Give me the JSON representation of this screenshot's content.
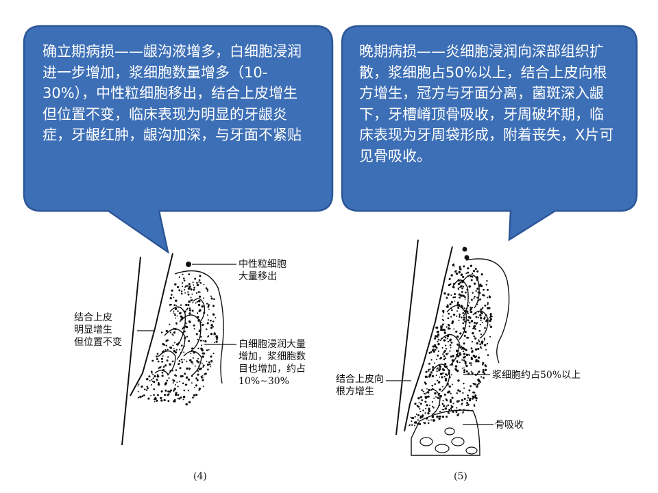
{
  "bubbles": {
    "left": {
      "text": "确立期病损——龈沟液增多，白细胞浸润进一步增加，浆细胞数量增多（10-30%），中性粒细胞移出，结合上皮增生但位置不变，临床表现为明显的牙龈炎症，牙龈红肿，龈沟加深，与牙面不紧贴"
    },
    "right": {
      "text": "晚期病损——炎细胞浸润向深部组织扩散，浆细胞占50%以上，结合上皮向根方增生，冠方与牙面分离，菌斑深入龈下，牙槽嵴顶骨吸收，牙周破坏期，临床表现为牙周袋形成，附着丧失，X片可见骨吸收。"
    }
  },
  "figure4": {
    "label_top": [
      "中性粒细胞",
      "大量移出"
    ],
    "label_left": [
      "结合上皮",
      "明显增生",
      "但位置不变"
    ],
    "label_right": [
      "白细胞浸润大量",
      "增加，浆细胞数",
      "目也增加，约占",
      "10%~30%"
    ],
    "number": "(4)"
  },
  "figure5": {
    "label_left": [
      "结合上皮向",
      "根方增生"
    ],
    "label_plasma": "浆细胞约占50%以上",
    "label_bone": "骨吸收",
    "number": "(5)"
  },
  "colors": {
    "bubble_fill": "#3d6fb6",
    "bubble_stroke": "#2c5697",
    "text": "#ffffff",
    "ink": "#111111"
  }
}
